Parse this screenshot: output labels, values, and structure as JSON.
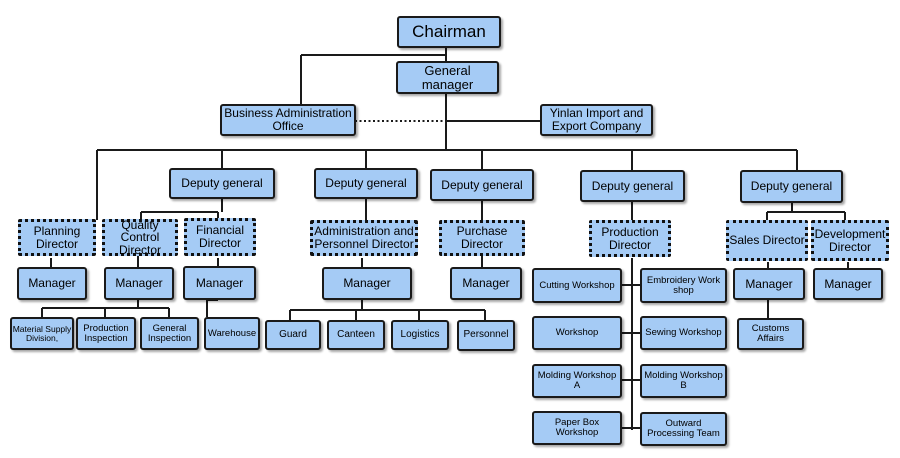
{
  "nodes": [
    {
      "id": "chairman",
      "label": "Chairman"
    },
    {
      "id": "gm",
      "label": "General manager"
    },
    {
      "id": "bao",
      "label": "Business Administration Office"
    },
    {
      "id": "yinlan",
      "label": "Yinlan Import and Export Company"
    },
    {
      "id": "dg1",
      "label": "Deputy general"
    },
    {
      "id": "dg2",
      "label": "Deputy general"
    },
    {
      "id": "dg3",
      "label": "Deputy general"
    },
    {
      "id": "dg4",
      "label": "Deputy general"
    },
    {
      "id": "dg5",
      "label": "Deputy general"
    },
    {
      "id": "planning",
      "label": "Planning Director"
    },
    {
      "id": "qc",
      "label": "Quality Control Director"
    },
    {
      "id": "financial",
      "label": "Financial Director"
    },
    {
      "id": "admin",
      "label": "Administration and Personnel Director"
    },
    {
      "id": "purchase",
      "label": "Purchase Director"
    },
    {
      "id": "production",
      "label": "Production Director"
    },
    {
      "id": "sales",
      "label": "Sales Director"
    },
    {
      "id": "development",
      "label": "Development Director"
    },
    {
      "id": "m1",
      "label": "Manager"
    },
    {
      "id": "m2",
      "label": "Manager"
    },
    {
      "id": "m3",
      "label": "Manager"
    },
    {
      "id": "m4",
      "label": "Manager"
    },
    {
      "id": "m5",
      "label": "Manager"
    },
    {
      "id": "m6",
      "label": "Manager"
    },
    {
      "id": "m7",
      "label": "Manager"
    },
    {
      "id": "matsupply",
      "label": "Material Supply Division,"
    },
    {
      "id": "prodinsp",
      "label": "Production Inspection"
    },
    {
      "id": "geninsp",
      "label": "General Inspection"
    },
    {
      "id": "warehouse",
      "label": "Warehouse"
    },
    {
      "id": "guard",
      "label": "Guard"
    },
    {
      "id": "canteen",
      "label": "Canteen"
    },
    {
      "id": "logistics",
      "label": "Logistics"
    },
    {
      "id": "personnel",
      "label": "Personnel"
    },
    {
      "id": "cutting",
      "label": "Cutting Workshop"
    },
    {
      "id": "embroidery",
      "label": "Embroidery Work shop"
    },
    {
      "id": "workshop",
      "label": "Workshop"
    },
    {
      "id": "sewing",
      "label": "Sewing Workshop"
    },
    {
      "id": "moldingA",
      "label": "Molding Workshop A"
    },
    {
      "id": "moldingB",
      "label": "Molding Workshop B"
    },
    {
      "id": "paperbox",
      "label": "Paper Box Workshop"
    },
    {
      "id": "outward",
      "label": "Outward Processing Team"
    },
    {
      "id": "customs",
      "label": "Customs Affairs"
    }
  ],
  "edges": [
    [
      "chairman",
      "gm"
    ],
    [
      "chairman",
      "bao"
    ],
    [
      "gm",
      "yinlan"
    ],
    [
      "bao",
      "yinlan"
    ],
    [
      "gm",
      "planning"
    ],
    [
      "gm",
      "dg1"
    ],
    [
      "gm",
      "dg2"
    ],
    [
      "gm",
      "dg3"
    ],
    [
      "gm",
      "dg4"
    ],
    [
      "gm",
      "dg5"
    ],
    [
      "dg1",
      "qc"
    ],
    [
      "dg1",
      "financial"
    ],
    [
      "dg2",
      "admin"
    ],
    [
      "dg3",
      "purchase"
    ],
    [
      "dg4",
      "production"
    ],
    [
      "dg5",
      "sales"
    ],
    [
      "dg5",
      "development"
    ],
    [
      "planning",
      "m1"
    ],
    [
      "qc",
      "m2"
    ],
    [
      "financial",
      "m3"
    ],
    [
      "admin",
      "m4"
    ],
    [
      "purchase",
      "m5"
    ],
    [
      "sales",
      "m6"
    ],
    [
      "development",
      "m7"
    ],
    [
      "m2",
      "matsupply"
    ],
    [
      "m2",
      "prodinsp"
    ],
    [
      "m2",
      "geninsp"
    ],
    [
      "m3",
      "warehouse"
    ],
    [
      "m4",
      "guard"
    ],
    [
      "m4",
      "canteen"
    ],
    [
      "m4",
      "logistics"
    ],
    [
      "m4",
      "personnel"
    ],
    [
      "production",
      "cutting"
    ],
    [
      "production",
      "embroidery"
    ],
    [
      "production",
      "workshop"
    ],
    [
      "production",
      "sewing"
    ],
    [
      "production",
      "moldingA"
    ],
    [
      "production",
      "moldingB"
    ],
    [
      "production",
      "paperbox"
    ],
    [
      "production",
      "outward"
    ],
    [
      "m6",
      "customs"
    ]
  ]
}
